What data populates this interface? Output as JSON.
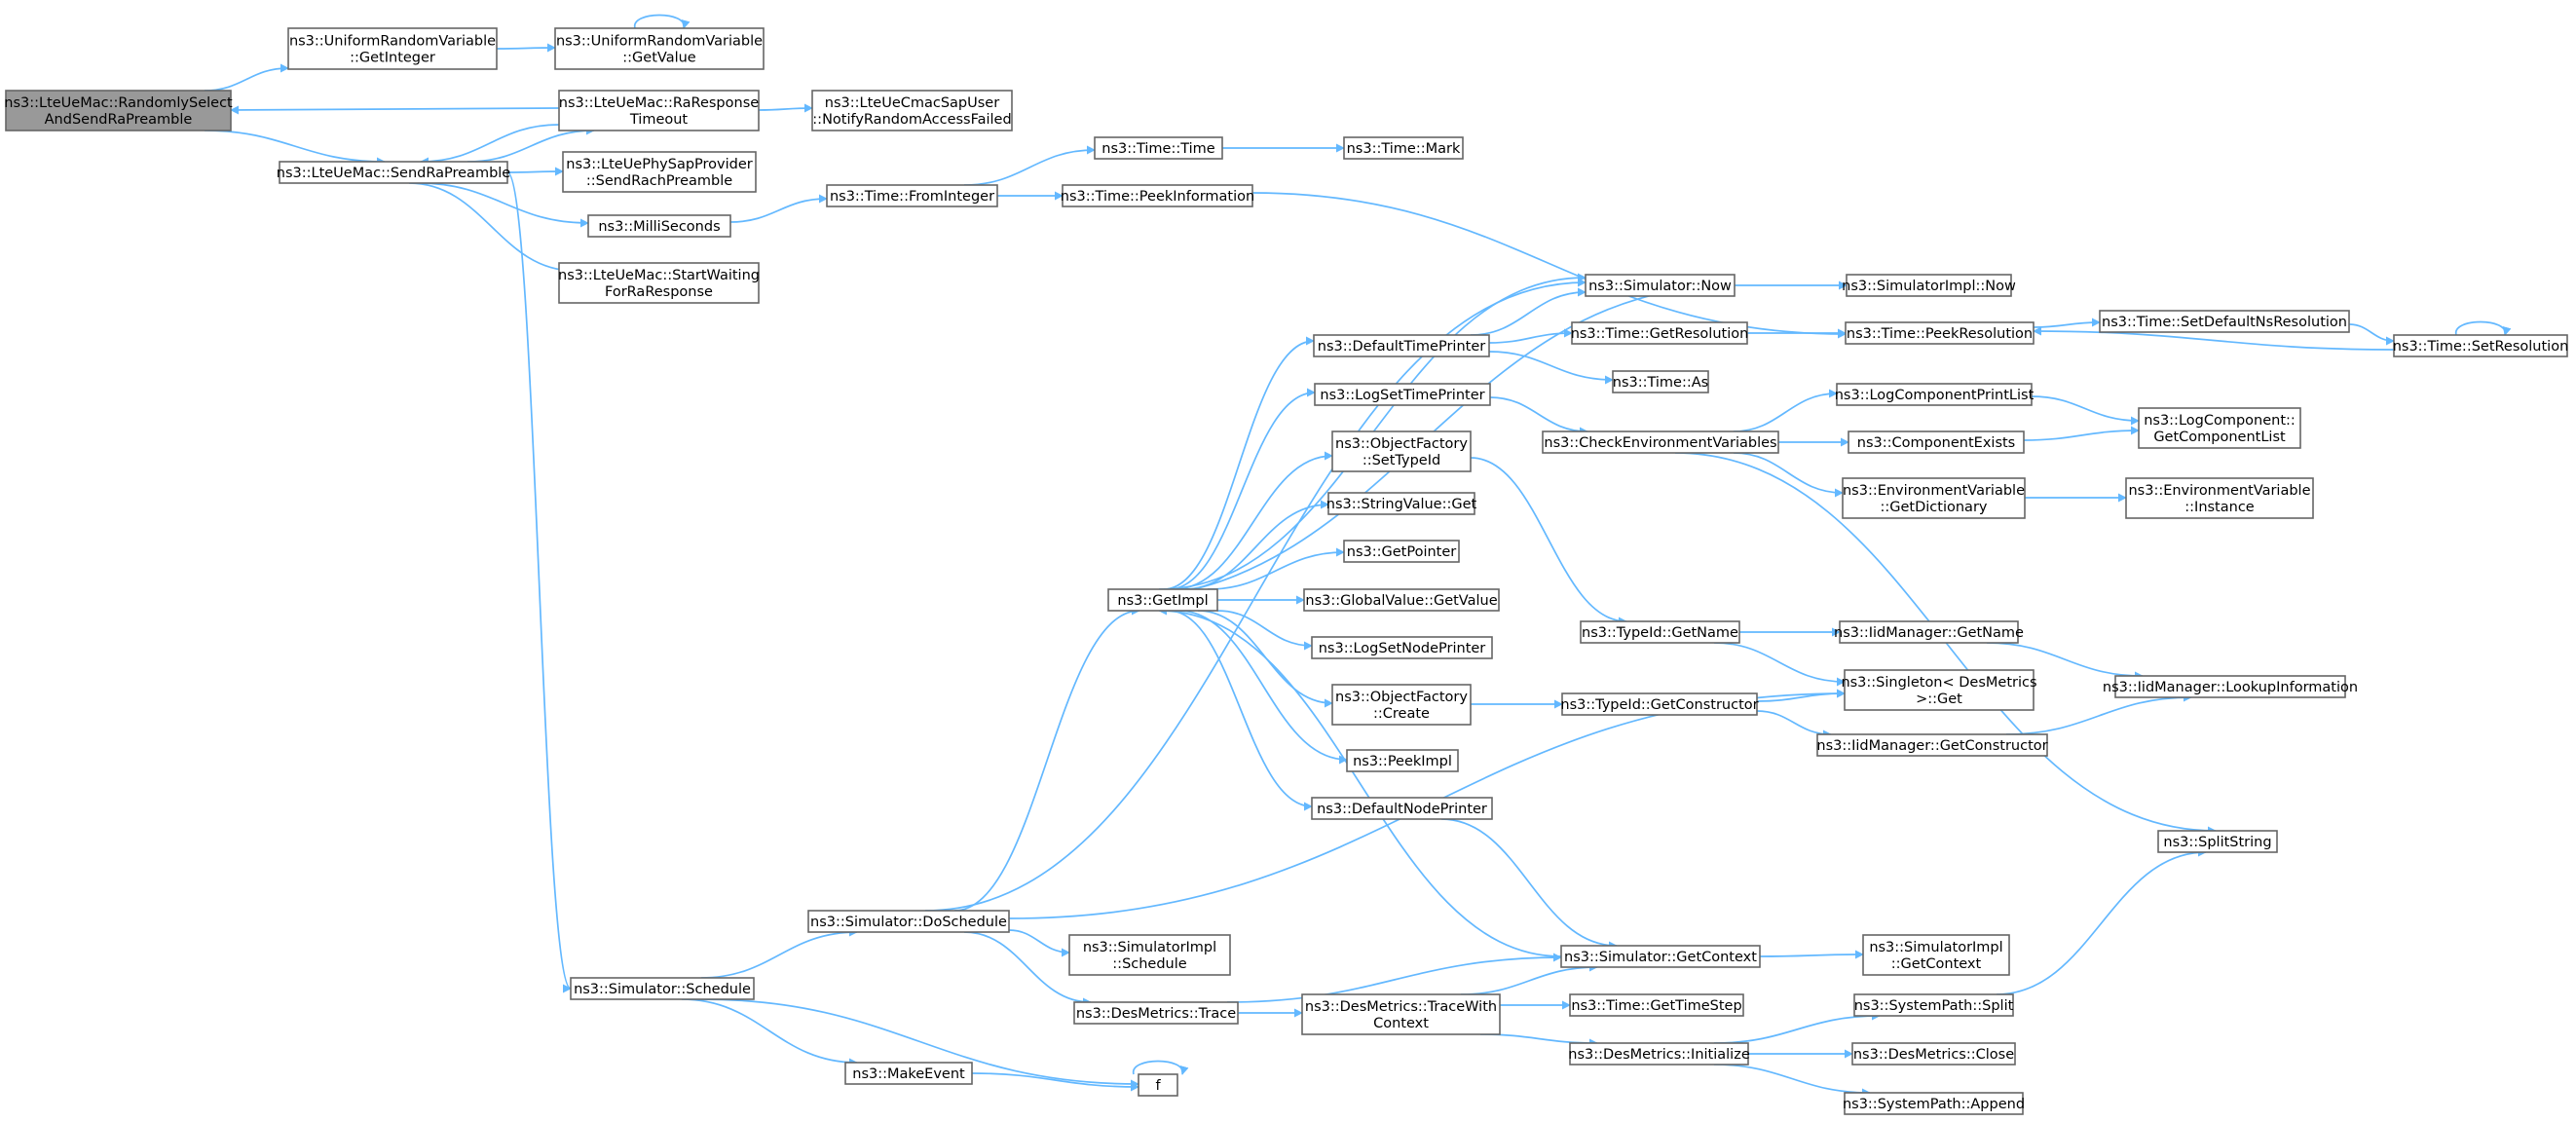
{
  "colors": {
    "edge": "#63b8ff",
    "node_border": "#666666",
    "root_fill": "#999999",
    "node_fill": "#ffffff"
  },
  "nodes": [
    {
      "id": "randomly_select",
      "label": [
        "ns3::LteUeMac::RandomlySelect",
        "AndSendRaPreamble"
      ],
      "root": true
    },
    {
      "id": "urv_getinteger",
      "label": [
        "ns3::UniformRandomVariable",
        "::GetInteger"
      ]
    },
    {
      "id": "urv_getvalue",
      "label": [
        "ns3::UniformRandomVariable",
        "::GetValue"
      ]
    },
    {
      "id": "ra_response_timeout",
      "label": [
        "ns3::LteUeMac::RaResponse",
        "Timeout"
      ]
    },
    {
      "id": "notify_ra_failed",
      "label": [
        "ns3::LteUeCmacSapUser",
        "::NotifyRandomAccessFailed"
      ]
    },
    {
      "id": "send_ra_preamble",
      "label": [
        "ns3::LteUeMac::SendRaPreamble"
      ]
    },
    {
      "id": "send_rach_preamble",
      "label": [
        "ns3::LteUePhySapProvider",
        "::SendRachPreamble"
      ]
    },
    {
      "id": "milliseconds",
      "label": [
        "ns3::MilliSeconds"
      ]
    },
    {
      "id": "start_waiting",
      "label": [
        "ns3::LteUeMac::StartWaiting",
        "ForRaResponse"
      ]
    },
    {
      "id": "time_frominteger",
      "label": [
        "ns3::Time::FromInteger"
      ]
    },
    {
      "id": "time_time",
      "label": [
        "ns3::Time::Time"
      ]
    },
    {
      "id": "time_mark",
      "label": [
        "ns3::Time::Mark"
      ]
    },
    {
      "id": "time_peekinfo",
      "label": [
        "ns3::Time::PeekInformation"
      ]
    },
    {
      "id": "simulator_now",
      "label": [
        "ns3::Simulator::Now"
      ]
    },
    {
      "id": "simimpl_now",
      "label": [
        "ns3::SimulatorImpl::Now"
      ]
    },
    {
      "id": "default_time_printer",
      "label": [
        "ns3::DefaultTimePrinter"
      ]
    },
    {
      "id": "time_getresolution",
      "label": [
        "ns3::Time::GetResolution"
      ]
    },
    {
      "id": "time_peekresolution",
      "label": [
        "ns3::Time::PeekResolution"
      ]
    },
    {
      "id": "time_setdefaultns",
      "label": [
        "ns3::Time::SetDefaultNsResolution"
      ]
    },
    {
      "id": "time_setresolution",
      "label": [
        "ns3::Time::SetResolution"
      ]
    },
    {
      "id": "time_as",
      "label": [
        "ns3::Time::As"
      ]
    },
    {
      "id": "logset_timeprinter",
      "label": [
        "ns3::LogSetTimePrinter"
      ]
    },
    {
      "id": "check_env_vars",
      "label": [
        "ns3::CheckEnvironmentVariables"
      ]
    },
    {
      "id": "logcomp_printlist",
      "label": [
        "ns3::LogComponentPrintList"
      ]
    },
    {
      "id": "logcomp_getlist",
      "label": [
        "ns3::LogComponent::",
        "GetComponentList"
      ]
    },
    {
      "id": "component_exists",
      "label": [
        "ns3::ComponentExists"
      ]
    },
    {
      "id": "objfactory_settypeid",
      "label": [
        "ns3::ObjectFactory",
        "::SetTypeId"
      ]
    },
    {
      "id": "envvar_getdict",
      "label": [
        "ns3::EnvironmentVariable",
        "::GetDictionary"
      ]
    },
    {
      "id": "envvar_instance",
      "label": [
        "ns3::EnvironmentVariable",
        "::Instance"
      ]
    },
    {
      "id": "stringvalue_get",
      "label": [
        "ns3::StringValue::Get"
      ]
    },
    {
      "id": "getpointer",
      "label": [
        "ns3::GetPointer"
      ]
    },
    {
      "id": "getimpl",
      "label": [
        "ns3::GetImpl"
      ]
    },
    {
      "id": "globalvalue_getvalue",
      "label": [
        "ns3::GlobalValue::GetValue"
      ]
    },
    {
      "id": "typeid_getname",
      "label": [
        "ns3::TypeId::GetName"
      ]
    },
    {
      "id": "iidmanager_getname",
      "label": [
        "ns3::IidManager::GetName"
      ]
    },
    {
      "id": "logset_nodeprinter",
      "label": [
        "ns3::LogSetNodePrinter"
      ]
    },
    {
      "id": "singleton_get",
      "label": [
        "ns3::Singleton< DesMetrics",
        " >::Get"
      ]
    },
    {
      "id": "iidmanager_lookup",
      "label": [
        "ns3::IidManager::LookupInformation"
      ]
    },
    {
      "id": "objfactory_create",
      "label": [
        "ns3::ObjectFactory",
        "::Create"
      ]
    },
    {
      "id": "typeid_getconstructor",
      "label": [
        "ns3::TypeId::GetConstructor"
      ]
    },
    {
      "id": "iidmanager_getconstructor",
      "label": [
        "ns3::IidManager::GetConstructor"
      ]
    },
    {
      "id": "peekimpl",
      "label": [
        "ns3::PeekImpl"
      ]
    },
    {
      "id": "default_node_printer",
      "label": [
        "ns3::DefaultNodePrinter"
      ]
    },
    {
      "id": "splitstring",
      "label": [
        "ns3::SplitString"
      ]
    },
    {
      "id": "simulator_doschedule",
      "label": [
        "ns3::Simulator::DoSchedule"
      ]
    },
    {
      "id": "simimpl_schedule",
      "label": [
        "ns3::SimulatorImpl",
        "::Schedule"
      ]
    },
    {
      "id": "simulator_getcontext",
      "label": [
        "ns3::Simulator::GetContext"
      ]
    },
    {
      "id": "simimpl_getcontext",
      "label": [
        "ns3::SimulatorImpl",
        "::GetContext"
      ]
    },
    {
      "id": "simulator_schedule",
      "label": [
        "ns3::Simulator::Schedule"
      ]
    },
    {
      "id": "systempath_split",
      "label": [
        "ns3::SystemPath::Split"
      ]
    },
    {
      "id": "desmetrics_trace",
      "label": [
        "ns3::DesMetrics::Trace"
      ]
    },
    {
      "id": "desmetrics_tracewith",
      "label": [
        "ns3::DesMetrics::TraceWith",
        "Context"
      ]
    },
    {
      "id": "time_gettimestep",
      "label": [
        "ns3::Time::GetTimeStep"
      ]
    },
    {
      "id": "desmetrics_initialize",
      "label": [
        "ns3::DesMetrics::Initialize"
      ]
    },
    {
      "id": "desmetrics_close",
      "label": [
        "ns3::DesMetrics::Close"
      ]
    },
    {
      "id": "makeevent",
      "label": [
        "ns3::MakeEvent"
      ]
    },
    {
      "id": "f",
      "label": [
        "f"
      ]
    },
    {
      "id": "systempath_append",
      "label": [
        "ns3::SystemPath::Append"
      ]
    }
  ],
  "edges": [
    [
      "randomly_select",
      "urv_getinteger"
    ],
    [
      "randomly_select",
      "send_ra_preamble"
    ],
    [
      "urv_getinteger",
      "urv_getvalue"
    ],
    [
      "urv_getvalue",
      "urv_getvalue"
    ],
    [
      "ra_response_timeout",
      "randomly_select"
    ],
    [
      "ra_response_timeout",
      "notify_ra_failed"
    ],
    [
      "ra_response_timeout",
      "send_ra_preamble"
    ],
    [
      "send_ra_preamble",
      "ra_response_timeout"
    ],
    [
      "send_ra_preamble",
      "send_rach_preamble"
    ],
    [
      "send_ra_preamble",
      "milliseconds"
    ],
    [
      "send_ra_preamble",
      "start_waiting"
    ],
    [
      "send_ra_preamble",
      "simulator_schedule"
    ],
    [
      "milliseconds",
      "time_frominteger"
    ],
    [
      "time_frominteger",
      "time_time"
    ],
    [
      "time_frominteger",
      "time_peekinfo"
    ],
    [
      "time_time",
      "time_mark"
    ],
    [
      "time_peekinfo",
      "time_peekresolution"
    ],
    [
      "simulator_now",
      "simimpl_now"
    ],
    [
      "simulator_now",
      "getimpl"
    ],
    [
      "default_time_printer",
      "simulator_now"
    ],
    [
      "default_time_printer",
      "time_getresolution"
    ],
    [
      "default_time_printer",
      "time_as"
    ],
    [
      "time_getresolution",
      "time_peekresolution"
    ],
    [
      "time_peekresolution",
      "time_setdefaultns"
    ],
    [
      "time_setdefaultns",
      "time_setresolution"
    ],
    [
      "time_setresolution",
      "time_peekresolution"
    ],
    [
      "time_setresolution",
      "time_setresolution"
    ],
    [
      "logset_timeprinter",
      "check_env_vars"
    ],
    [
      "check_env_vars",
      "logcomp_printlist"
    ],
    [
      "check_env_vars",
      "component_exists"
    ],
    [
      "check_env_vars",
      "envvar_getdict"
    ],
    [
      "check_env_vars",
      "splitstring"
    ],
    [
      "logcomp_printlist",
      "logcomp_getlist"
    ],
    [
      "component_exists",
      "logcomp_getlist"
    ],
    [
      "envvar_getdict",
      "envvar_instance"
    ],
    [
      "objfactory_settypeid",
      "typeid_getname"
    ],
    [
      "getimpl",
      "simulator_now"
    ],
    [
      "getimpl",
      "default_time_printer"
    ],
    [
      "getimpl",
      "logset_timeprinter"
    ],
    [
      "getimpl",
      "objfactory_settypeid"
    ],
    [
      "getimpl",
      "stringvalue_get"
    ],
    [
      "getimpl",
      "getpointer"
    ],
    [
      "getimpl",
      "globalvalue_getvalue"
    ],
    [
      "getimpl",
      "logset_nodeprinter"
    ],
    [
      "getimpl",
      "objfactory_create"
    ],
    [
      "getimpl",
      "peekimpl"
    ],
    [
      "getimpl",
      "default_node_printer"
    ],
    [
      "typeid_getname",
      "iidmanager_getname"
    ],
    [
      "typeid_getname",
      "singleton_get"
    ],
    [
      "iidmanager_getname",
      "iidmanager_lookup"
    ],
    [
      "objfactory_create",
      "typeid_getconstructor"
    ],
    [
      "typeid_getconstructor",
      "singleton_get"
    ],
    [
      "typeid_getconstructor",
      "iidmanager_getconstructor"
    ],
    [
      "iidmanager_getconstructor",
      "iidmanager_lookup"
    ],
    [
      "default_node_printer",
      "simulator_getcontext"
    ],
    [
      "simulator_schedule",
      "simulator_doschedule"
    ],
    [
      "simulator_schedule",
      "makeevent"
    ],
    [
      "simulator_schedule",
      "f"
    ],
    [
      "simulator_doschedule",
      "simulator_now"
    ],
    [
      "simulator_doschedule",
      "getimpl"
    ],
    [
      "simulator_doschedule",
      "singleton_get"
    ],
    [
      "simulator_doschedule",
      "simimpl_schedule"
    ],
    [
      "simulator_doschedule",
      "desmetrics_trace"
    ],
    [
      "desmetrics_trace",
      "simulator_getcontext"
    ],
    [
      "desmetrics_trace",
      "desmetrics_tracewith"
    ],
    [
      "simulator_getcontext",
      "getimpl"
    ],
    [
      "simulator_getcontext",
      "simimpl_getcontext"
    ],
    [
      "desmetrics_tracewith",
      "simulator_getcontext"
    ],
    [
      "desmetrics_tracewith",
      "time_gettimestep"
    ],
    [
      "desmetrics_tracewith",
      "desmetrics_initialize"
    ],
    [
      "desmetrics_initialize",
      "systempath_split"
    ],
    [
      "desmetrics_initialize",
      "desmetrics_close"
    ],
    [
      "desmetrics_initialize",
      "systempath_append"
    ],
    [
      "systempath_split",
      "splitstring"
    ],
    [
      "makeevent",
      "f"
    ],
    [
      "f",
      "f"
    ]
  ]
}
